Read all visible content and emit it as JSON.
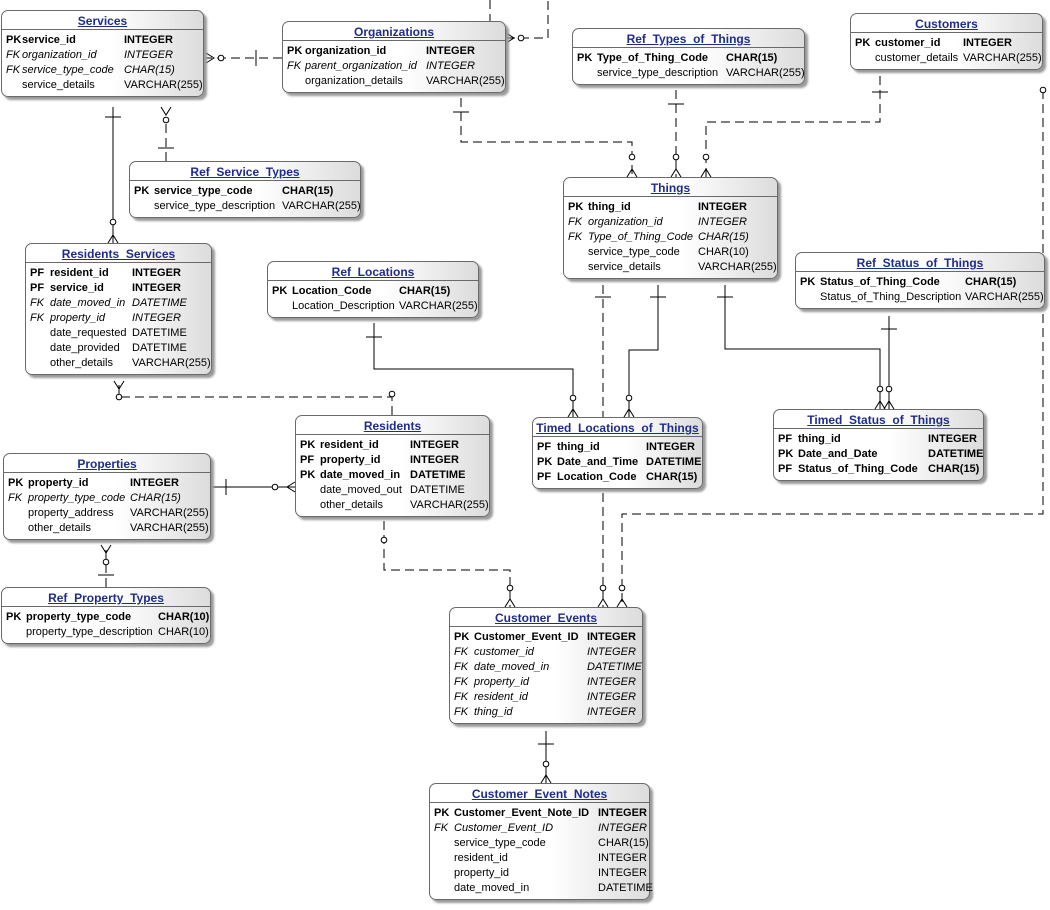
{
  "entities": {
    "services": {
      "title": "Services",
      "rows": [
        {
          "key": "PK",
          "name": "service_id",
          "type": "INTEGER"
        },
        {
          "key": "FK",
          "name": "organization_id",
          "type": "INTEGER"
        },
        {
          "key": "FK",
          "name": "service_type_code",
          "type": "CHAR(15)"
        },
        {
          "key": "",
          "name": "service_details",
          "type": "VARCHAR(255)"
        }
      ]
    },
    "organizations": {
      "title": "Organizations",
      "rows": [
        {
          "key": "PK",
          "name": "organization_id",
          "type": "INTEGER"
        },
        {
          "key": "FK",
          "name": "parent_organization_id",
          "type": "INTEGER"
        },
        {
          "key": "",
          "name": "organization_details",
          "type": "VARCHAR(255)"
        }
      ]
    },
    "ref_types_of_things": {
      "title": "Ref_Types_of_Things",
      "rows": [
        {
          "key": "PK",
          "name": "Type_of_Thing_Code",
          "type": "CHAR(15)"
        },
        {
          "key": "",
          "name": "service_type_description",
          "type": "VARCHAR(255)"
        }
      ]
    },
    "customers": {
      "title": "Customers",
      "rows": [
        {
          "key": "PK",
          "name": "customer_id",
          "type": "INTEGER"
        },
        {
          "key": "",
          "name": "customer_details",
          "type": "VARCHAR(255)"
        }
      ]
    },
    "ref_service_types": {
      "title": "Ref_Service_Types",
      "rows": [
        {
          "key": "PK",
          "name": "service_type_code",
          "type": "CHAR(15)"
        },
        {
          "key": "",
          "name": "service_type_description",
          "type": "VARCHAR(255)"
        }
      ]
    },
    "things": {
      "title": "Things",
      "rows": [
        {
          "key": "PK",
          "name": "thing_id",
          "type": "INTEGER"
        },
        {
          "key": "FK",
          "name": "organization_id",
          "type": "INTEGER"
        },
        {
          "key": "FK",
          "name": "Type_of_Thing_Code",
          "type": "CHAR(15)"
        },
        {
          "key": "",
          "name": "service_type_code",
          "type": "CHAR(10)"
        },
        {
          "key": "",
          "name": "service_details",
          "type": "VARCHAR(255)"
        }
      ]
    },
    "residents_services": {
      "title": "Residents_Services",
      "rows": [
        {
          "key": "PF",
          "name": "resident_id",
          "type": "INTEGER"
        },
        {
          "key": "PF",
          "name": "service_id",
          "type": "INTEGER"
        },
        {
          "key": "FK",
          "name": "date_moved_in",
          "type": "DATETIME"
        },
        {
          "key": "FK",
          "name": "property_id",
          "type": "INTEGER"
        },
        {
          "key": "",
          "name": "date_requested",
          "type": "DATETIME"
        },
        {
          "key": "",
          "name": "date_provided",
          "type": "DATETIME"
        },
        {
          "key": "",
          "name": "other_details",
          "type": "VARCHAR(255)"
        }
      ]
    },
    "ref_locations": {
      "title": "Ref_Locations",
      "rows": [
        {
          "key": "PK",
          "name": "Location_Code",
          "type": "CHAR(15)"
        },
        {
          "key": "",
          "name": "Location_Description",
          "type": "VARCHAR(255)"
        }
      ]
    },
    "ref_status_of_things": {
      "title": "Ref_Status_of_Things",
      "rows": [
        {
          "key": "PK",
          "name": "Status_of_Thing_Code",
          "type": "CHAR(15)"
        },
        {
          "key": "",
          "name": "Status_of_Thing_Description",
          "type": "VARCHAR(255)"
        }
      ]
    },
    "residents": {
      "title": "Residents",
      "rows": [
        {
          "key": "PK",
          "name": "resident_id",
          "type": "INTEGER"
        },
        {
          "key": "PF",
          "name": "property_id",
          "type": "INTEGER"
        },
        {
          "key": "PK",
          "name": "date_moved_in",
          "type": "DATETIME"
        },
        {
          "key": "",
          "name": "date_moved_out",
          "type": "DATETIME"
        },
        {
          "key": "",
          "name": "other_details",
          "type": "VARCHAR(255)"
        }
      ]
    },
    "timed_locations_of_things": {
      "title": "Timed_Locations_of_Things",
      "rows": [
        {
          "key": "PF",
          "name": "thing_id",
          "type": "INTEGER"
        },
        {
          "key": "PK",
          "name": "Date_and_Time",
          "type": "DATETIME"
        },
        {
          "key": "PF",
          "name": "Location_Code",
          "type": "CHAR(15)"
        }
      ]
    },
    "timed_status_of_things": {
      "title": "Timed_Status_of_Things",
      "rows": [
        {
          "key": "PF",
          "name": "thing_id",
          "type": "INTEGER"
        },
        {
          "key": "PK",
          "name": "Date_and_Date",
          "type": "DATETIME"
        },
        {
          "key": "PF",
          "name": "Status_of_Thing_Code",
          "type": "CHAR(15)"
        }
      ]
    },
    "properties": {
      "title": "Properties",
      "rows": [
        {
          "key": "PK",
          "name": "property_id",
          "type": "INTEGER"
        },
        {
          "key": "FK",
          "name": "property_type_code",
          "type": "CHAR(15)"
        },
        {
          "key": "",
          "name": "property_address",
          "type": "VARCHAR(255)"
        },
        {
          "key": "",
          "name": "other_details",
          "type": "VARCHAR(255)"
        }
      ]
    },
    "ref_property_types": {
      "title": "Ref_Property_Types",
      "rows": [
        {
          "key": "PK",
          "name": "property_type_code",
          "type": "CHAR(10)"
        },
        {
          "key": "",
          "name": "property_type_description",
          "type": "CHAR(10)"
        }
      ]
    },
    "customer_events": {
      "title": "Customer_Events",
      "rows": [
        {
          "key": "PK",
          "name": "Customer_Event_ID",
          "type": "INTEGER"
        },
        {
          "key": "FK",
          "name": "customer_id",
          "type": "INTEGER"
        },
        {
          "key": "FK",
          "name": "date_moved_in",
          "type": "DATETIME"
        },
        {
          "key": "FK",
          "name": "property_id",
          "type": "INTEGER"
        },
        {
          "key": "FK",
          "name": "resident_id",
          "type": "INTEGER"
        },
        {
          "key": "FK",
          "name": "thing_id",
          "type": "INTEGER"
        }
      ]
    },
    "customer_event_notes": {
      "title": "Customer_Event_Notes",
      "rows": [
        {
          "key": "PK",
          "name": "Customer_Event_Note_ID",
          "type": "INTEGER"
        },
        {
          "key": "FK",
          "name": "Customer_Event_ID",
          "type": "INTEGER"
        },
        {
          "key": "",
          "name": "service_type_code",
          "type": "CHAR(15)"
        },
        {
          "key": "",
          "name": "resident_id",
          "type": "INTEGER"
        },
        {
          "key": "",
          "name": "property_id",
          "type": "INTEGER"
        },
        {
          "key": "",
          "name": "date_moved_in",
          "type": "DATETIME"
        }
      ]
    }
  },
  "relationships": [
    {
      "from": "organizations",
      "to": "services",
      "style": "solid"
    },
    {
      "from": "organizations",
      "to": "organizations",
      "style": "dashed"
    },
    {
      "from": "ref_service_types",
      "to": "services",
      "style": "dashed"
    },
    {
      "from": "services",
      "to": "residents_services",
      "style": "solid"
    },
    {
      "from": "organizations",
      "to": "things",
      "style": "dashed"
    },
    {
      "from": "ref_types_of_things",
      "to": "things",
      "style": "dashed"
    },
    {
      "from": "customers",
      "to": "things",
      "style": "dashed"
    },
    {
      "from": "customers",
      "to": "customer_events",
      "style": "dashed"
    },
    {
      "from": "ref_locations",
      "to": "timed_locations_of_things",
      "style": "solid"
    },
    {
      "from": "things",
      "to": "timed_locations_of_things",
      "style": "solid"
    },
    {
      "from": "things",
      "to": "timed_status_of_things",
      "style": "solid"
    },
    {
      "from": "ref_status_of_things",
      "to": "timed_status_of_things",
      "style": "solid"
    },
    {
      "from": "things",
      "to": "customer_events",
      "style": "dashed"
    },
    {
      "from": "residents",
      "to": "residents_services",
      "style": "dashed"
    },
    {
      "from": "properties",
      "to": "residents",
      "style": "solid"
    },
    {
      "from": "ref_property_types",
      "to": "properties",
      "style": "dashed"
    },
    {
      "from": "residents",
      "to": "customer_events",
      "style": "dashed"
    },
    {
      "from": "customer_events",
      "to": "customer_event_notes",
      "style": "solid"
    }
  ]
}
